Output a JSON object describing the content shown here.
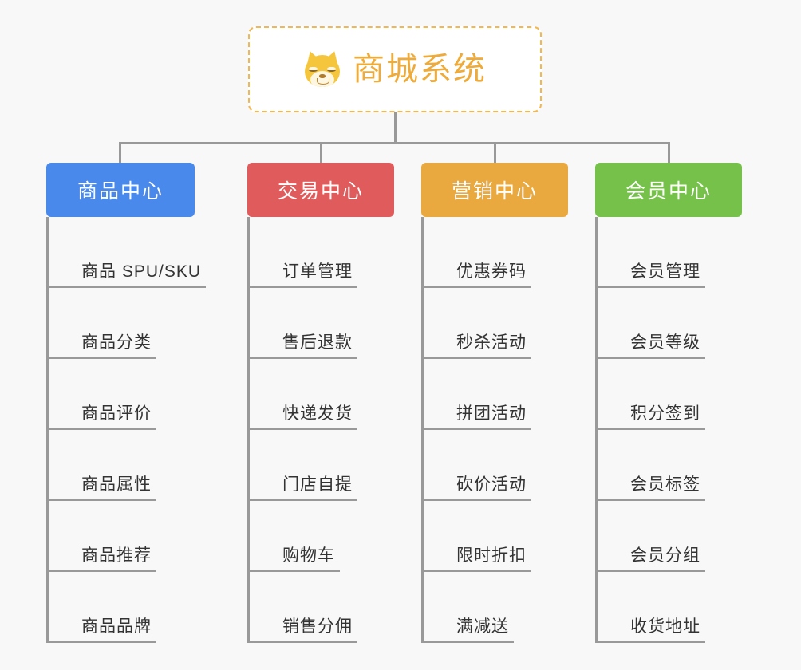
{
  "diagram": {
    "type": "organization-tree",
    "background_color": "#f8f8f8",
    "connector_color": "#999999",
    "root": {
      "title": "商城系统",
      "icon": "shiba-dog-emoji",
      "border_color": "#f2b74d",
      "text_color": "#eeab3a",
      "background_color": "#ffffff"
    },
    "categories": [
      {
        "label": "商品中心",
        "color": "#4a89ec",
        "items": [
          "商品 SPU/SKU",
          "商品分类",
          "商品评价",
          "商品属性",
          "商品推荐",
          "商品品牌"
        ]
      },
      {
        "label": "交易中心",
        "color": "#e05c5c",
        "items": [
          "订单管理",
          "售后退款",
          "快递发货",
          "门店自提",
          "购物车",
          "销售分佣"
        ]
      },
      {
        "label": "营销中心",
        "color": "#e9a93e",
        "items": [
          "优惠券码",
          "秒杀活动",
          "拼团活动",
          "砍价活动",
          "限时折扣",
          "满减送"
        ]
      },
      {
        "label": "会员中心",
        "color": "#76c14a",
        "items": [
          "会员管理",
          "会员等级",
          "积分签到",
          "会员标签",
          "会员分组",
          "收货地址"
        ]
      }
    ]
  }
}
